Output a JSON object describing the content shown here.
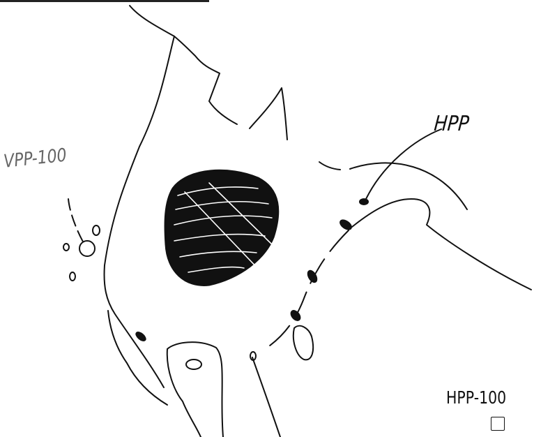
{
  "labels": {
    "hpp": "HPP",
    "left": "VPP-100",
    "reference": "HPP-100"
  },
  "colors": {
    "ink": "#111111",
    "background": "#ffffff"
  }
}
